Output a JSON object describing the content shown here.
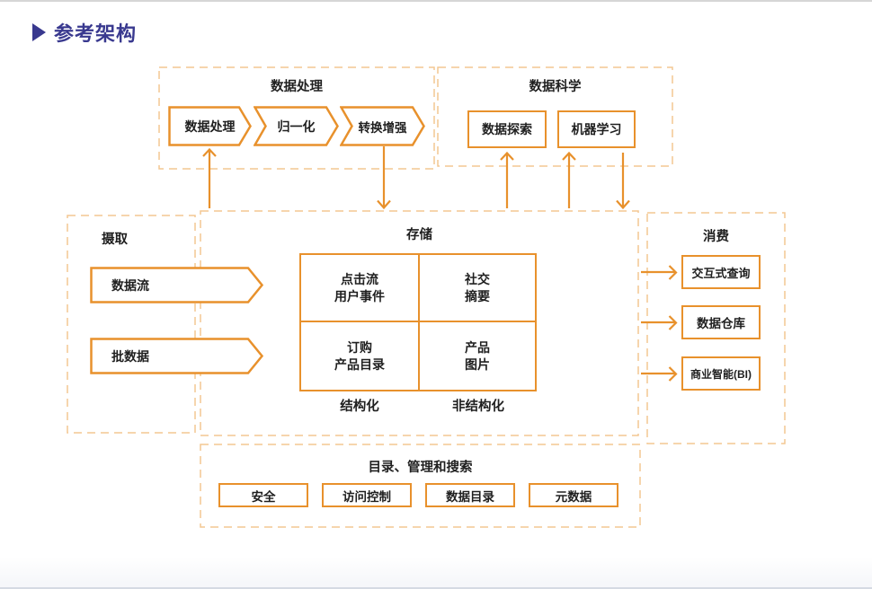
{
  "page": {
    "title": "参考架构"
  },
  "icons": {
    "title_pointer": "play-triangle"
  },
  "colors": {
    "accent_orange": "#E8912C",
    "dashed_border": "#F4C792",
    "title_indigo": "#39398F",
    "text": "#1F1F1F"
  },
  "groups": {
    "processing": {
      "title": "数据处理",
      "steps": [
        "数据处理",
        "归一化",
        "转换增强"
      ]
    },
    "science": {
      "title": "数据科学",
      "items": [
        "数据探索",
        "机器学习"
      ]
    },
    "ingest": {
      "title": "摄取",
      "items": [
        "数据流",
        "批数据"
      ]
    },
    "storage": {
      "title": "存储",
      "cells": [
        [
          "点击流",
          "用户事件"
        ],
        [
          "社交",
          "摘要"
        ],
        [
          "订购",
          "产品目录"
        ],
        [
          "产品",
          "图片"
        ]
      ],
      "footers": [
        "结构化",
        "非结构化"
      ]
    },
    "consume": {
      "title": "消费",
      "items": [
        "交互式查询",
        "数据仓库",
        "商业智能(BI)"
      ]
    },
    "catalog": {
      "title": "目录、管理和搜索",
      "items": [
        "安全",
        "访问控制",
        "数据目录",
        "元数据"
      ]
    }
  }
}
